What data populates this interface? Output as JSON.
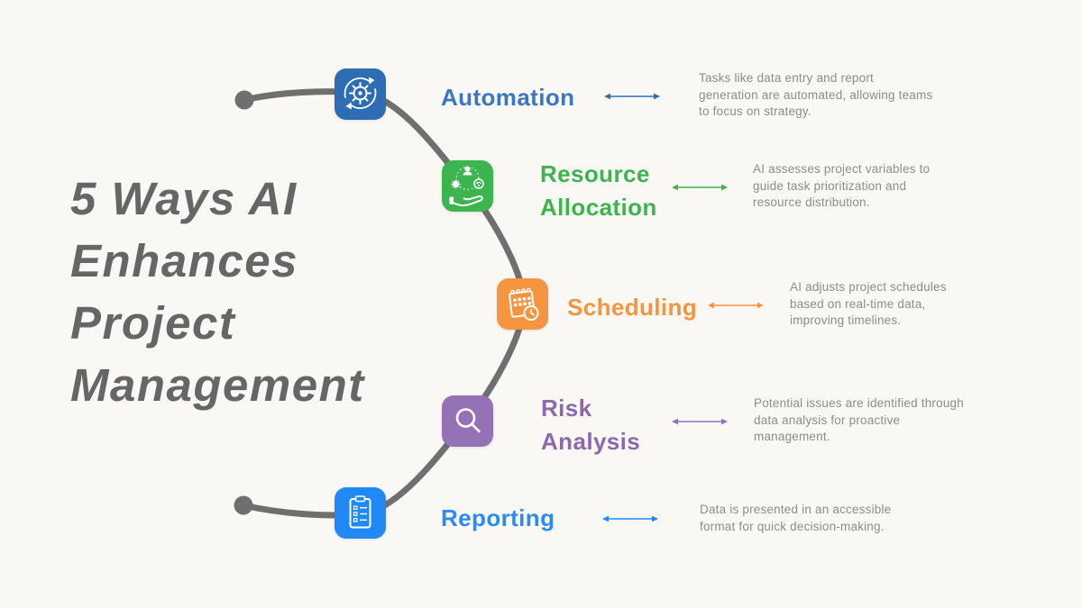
{
  "background_color": "#faf8f5",
  "title": {
    "lines": [
      "5 Ways AI",
      "Enhances",
      "Project",
      "Management"
    ],
    "color": "#666666"
  },
  "arc": {
    "color": "#6f6f6f"
  },
  "items": [
    {
      "id": "automation",
      "label_lines": [
        "Automation"
      ],
      "icon": "sync-gear-icon",
      "color": "#2e6db4",
      "label_color": "#3b76c2",
      "description_lines": [
        "Tasks like data entry and report",
        "generation are automated, allowing teams",
        "to focus on strategy."
      ]
    },
    {
      "id": "resource-allocation",
      "label_lines": [
        "Resource",
        "Allocation"
      ],
      "icon": "hand-resources-icon",
      "color": "#3cb54e",
      "label_color": "#3cb54e",
      "description_lines": [
        "AI assesses project variables to",
        "guide task prioritization and",
        "resource distribution."
      ]
    },
    {
      "id": "scheduling",
      "label_lines": [
        "Scheduling"
      ],
      "icon": "calendar-clock-icon",
      "color": "#f6953f",
      "label_color": "#f6953f",
      "description_lines": [
        "AI adjusts project schedules",
        "based on real-time data,",
        "improving timelines."
      ]
    },
    {
      "id": "risk-analysis",
      "label_lines": [
        "Risk",
        "Analysis"
      ],
      "icon": "magnifier-icon",
      "color": "#9572b5",
      "label_color": "#8c68ad",
      "description_lines": [
        "Potential issues are identified through",
        "data analysis for proactive",
        "management."
      ]
    },
    {
      "id": "reporting",
      "label_lines": [
        "Reporting"
      ],
      "icon": "clipboard-checklist-icon",
      "color": "#2189f6",
      "label_color": "#2b8bf2",
      "description_lines": [
        "Data is presented in an accessible",
        "format for quick decision-making."
      ]
    }
  ]
}
